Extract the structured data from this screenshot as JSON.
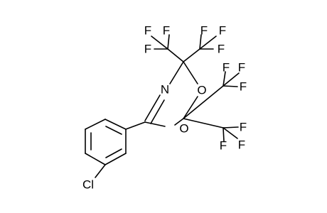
{
  "molecule": {
    "atoms": {
      "n1": "N",
      "o_top": "O",
      "o_bottom": "O",
      "cl": "Cl",
      "f1": "F",
      "f2": "F",
      "f3": "F",
      "f4": "F",
      "f5": "F",
      "f6": "F",
      "f7": "F",
      "f8": "F",
      "f9": "F",
      "f10": "F",
      "f11": "F",
      "f12": "F"
    }
  }
}
